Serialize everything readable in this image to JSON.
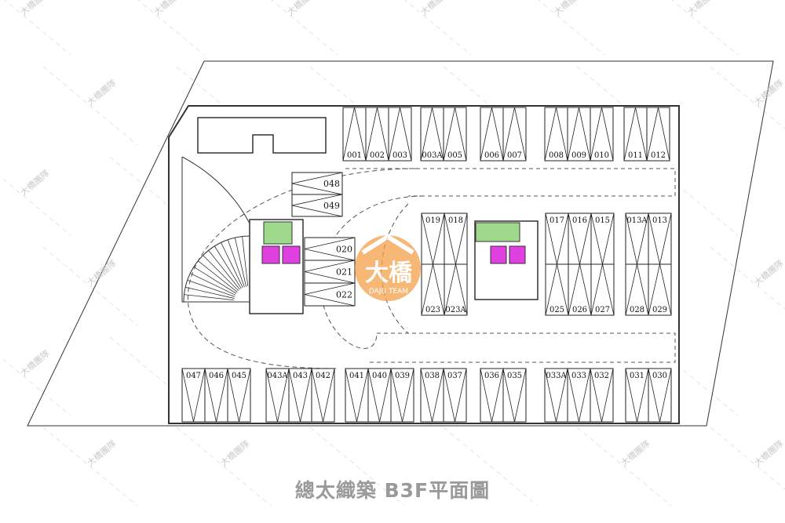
{
  "title": "總太織築 B3F平面圖",
  "logo": {
    "main": "大橋",
    "sub": "DAJU TEAM",
    "color": "#f5a04a"
  },
  "watermark": "大橋團隊",
  "colors": {
    "line": "#222222",
    "elevator": "#e040e0",
    "stair": "#9ed98c",
    "title": "#9a9a9a"
  },
  "parking": {
    "top_row": [
      [
        "001",
        "002",
        "003"
      ],
      [
        "003A",
        "005"
      ],
      [
        "006",
        "007"
      ],
      [
        "008",
        "009",
        "010"
      ],
      [
        "011",
        "012"
      ]
    ],
    "bottom_row": [
      [
        "047",
        "046",
        "045"
      ],
      [
        "043A",
        "043",
        "042"
      ],
      [
        "041",
        "040",
        "039"
      ],
      [
        "038",
        "037"
      ],
      [
        "036",
        "035"
      ],
      [
        "033A",
        "033",
        "032"
      ],
      [
        "031",
        "030"
      ]
    ],
    "middle_upper": [
      "019",
      "018"
    ],
    "middle_lower": [
      "023",
      "023A"
    ],
    "right_upper": [
      [
        "017",
        "016",
        "015"
      ],
      [
        "013A",
        "013"
      ]
    ],
    "right_lower": [
      [
        "025",
        "026",
        "027"
      ],
      [
        "028",
        "029"
      ]
    ],
    "left_upper_stack": [
      "048",
      "049"
    ],
    "left_lower_stack": [
      "020",
      "021",
      "022"
    ]
  }
}
